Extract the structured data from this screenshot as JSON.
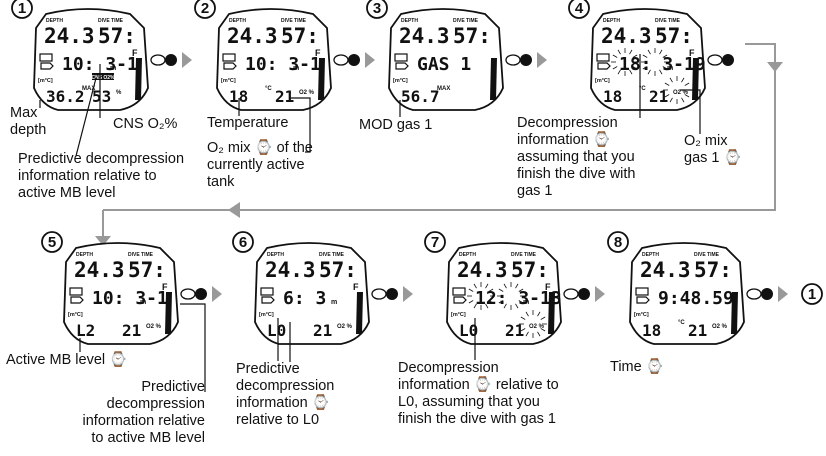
{
  "steps": [
    {
      "num": "1",
      "depth": "24.3",
      "dtime": "57:",
      "row2": "10: 3-1",
      "row3l": "36.2",
      "row3r": "53",
      "sup3l": "MAX",
      "sup3r": "%",
      "badge": "CNS O2%",
      "unit_m": "m",
      "ft": "F"
    },
    {
      "num": "2",
      "depth": "24.3",
      "dtime": "57:",
      "row2": "10: 3-1",
      "row3l": "18",
      "row3r": "21",
      "sup3l": "°C",
      "sup3r": "O2 %",
      "unit_m": "m",
      "ft": "F"
    },
    {
      "num": "3",
      "depth": "24.3",
      "dtime": "57:",
      "row2": "GAS 1",
      "row3l": "56.7",
      "row3r": "",
      "sup3l": "MAX",
      "sup3r": "",
      "unit_m": "",
      "ft": ""
    },
    {
      "num": "4",
      "depth": "24.3",
      "dtime": "57:",
      "row2": "18: 3-19",
      "row3l": "18",
      "row3r": "21",
      "sup3l": "°C",
      "sup3r": "O2 %",
      "unit_m": "m",
      "ft": "F"
    },
    {
      "num": "5",
      "depth": "24.3",
      "dtime": "57:",
      "row2": "10: 3-1",
      "row3l": "L2",
      "row3r": "21",
      "sup3l": "",
      "sup3r": "O2 %",
      "unit_m": "m",
      "ft": "F"
    },
    {
      "num": "6",
      "depth": "24.3",
      "dtime": "57:",
      "row2": "6: 3",
      "row3l": "L0",
      "row3r": "21",
      "sup3l": "",
      "sup3r": "O2 %",
      "unit_m": "m",
      "ft": "F"
    },
    {
      "num": "7",
      "depth": "24.3",
      "dtime": "57:",
      "row2": "12: 3-13",
      "row3l": "L0",
      "row3r": "21",
      "sup3l": "",
      "sup3r": "O2 %",
      "unit_m": "m",
      "ft": "F"
    },
    {
      "num": "8",
      "depth": "24.3",
      "dtime": "57:",
      "row2": "9:48.59",
      "row3l": "18",
      "row3r": "21",
      "sup3l": "°C",
      "sup3r": "O2 %",
      "unit_m": "",
      "ft": ""
    }
  ],
  "screen_labels": {
    "depth": "DEPTH",
    "dive_time": "DIVE TIME",
    "m_c": "[m°C]"
  },
  "final_step": "1",
  "captions": {
    "max_depth": "Max\ndepth",
    "cns": "CNS O₂%",
    "predictive_1": "Predictive decompression\ninformation relative to\nactive MB level",
    "temperature": "Temperature",
    "o2mix": "O₂ mix ⌚ of the\ncurrently active\ntank",
    "mod_gas": "MOD gas 1",
    "decompression_4": "Decompression\ninformation ⌚\nassuming that you\nfinish the dive with\ngas 1",
    "o2mix_gas1": "O₂ mix\ngas 1 ⌚",
    "active_mb": "Active MB level ⌚",
    "predictive_5": "Predictive\ndecompression\ninformation relative\nto active MB level",
    "predictive_6": "Predictive\ndecompression\ninformation ⌚\nrelative to L0",
    "decompression_7": "Decompression\ninformation ⌚ relative to\nL0, assuming that you\nfinish the dive with gas 1",
    "time": "Time ⌚"
  }
}
